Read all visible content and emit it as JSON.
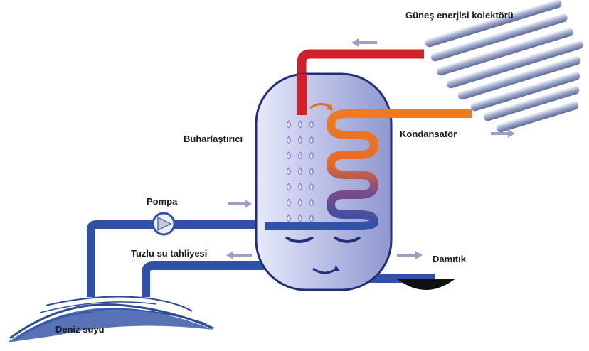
{
  "labels": {
    "collector": "Güneş enerjisi kolektörü",
    "evaporator": "Buharlaştırıcı",
    "condenser": "Kondansatör",
    "pump": "Pompa",
    "brine_outlet": "Tuzlu su tahliyesi",
    "distillate": "Damıtık",
    "seawater": "Deniz suyu"
  },
  "colors": {
    "hot_pipe": "#d0202a",
    "warm_pipe": "#f07a20",
    "cold_pipe": "#2f52a8",
    "tank_fill": "#c8cdee",
    "tank_stroke": "#1f2f7a",
    "arrow": "#9aa0c8",
    "wave": "#2c4a9a"
  },
  "icons": {
    "pump": "pump-icon",
    "flow_arrow": "arrow-icon",
    "droplets": "droplet-icon"
  }
}
